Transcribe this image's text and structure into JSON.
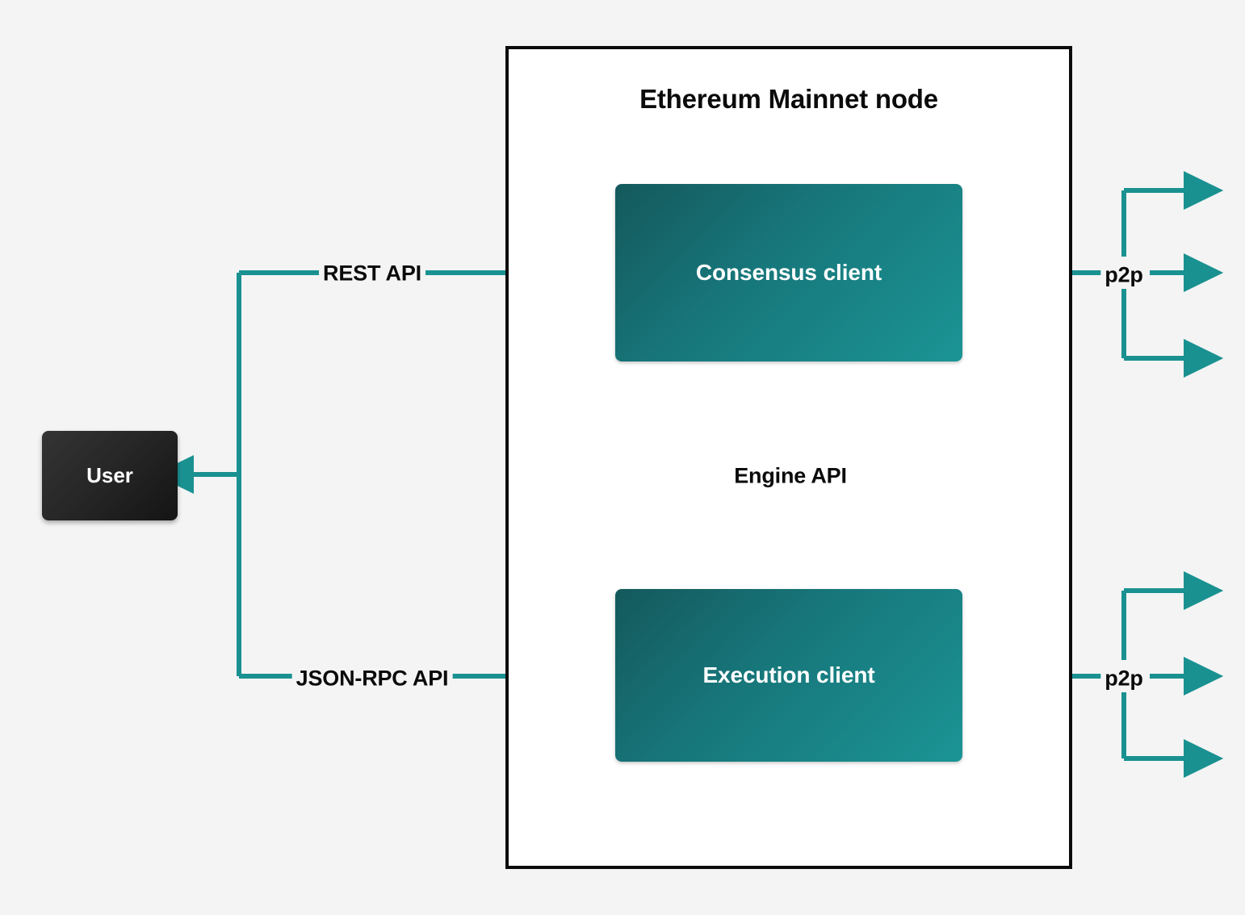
{
  "diagram": {
    "title": "Ethereum Mainnet node",
    "background_color": "#f4f4f4",
    "accent_color": "#1a9191",
    "frame_color": "#0b0b0b",
    "client_box_gradient": [
      "#14595c",
      "#1b9495"
    ],
    "user_box_gradient": [
      "#343434",
      "#141414"
    ]
  },
  "nodes": {
    "user": {
      "label": "User"
    },
    "consensus_client": {
      "label": "Consensus client"
    },
    "execution_client": {
      "label": "Execution client"
    }
  },
  "edges": {
    "rest_api": {
      "label": "REST API",
      "from": "user",
      "to": "consensus_client",
      "style": "solid"
    },
    "json_rpc_api": {
      "label": "JSON-RPC API",
      "from": "user",
      "to": "execution_client",
      "style": "solid"
    },
    "engine_api": {
      "label": "Engine API",
      "from": "consensus_client",
      "to": "execution_client",
      "style": "solid-down-dotted-up"
    },
    "p2p_consensus": {
      "label": "p2p",
      "attached_to": "consensus_client",
      "style": "solid"
    },
    "p2p_execution": {
      "label": "p2p",
      "attached_to": "execution_client",
      "style": "solid"
    }
  }
}
